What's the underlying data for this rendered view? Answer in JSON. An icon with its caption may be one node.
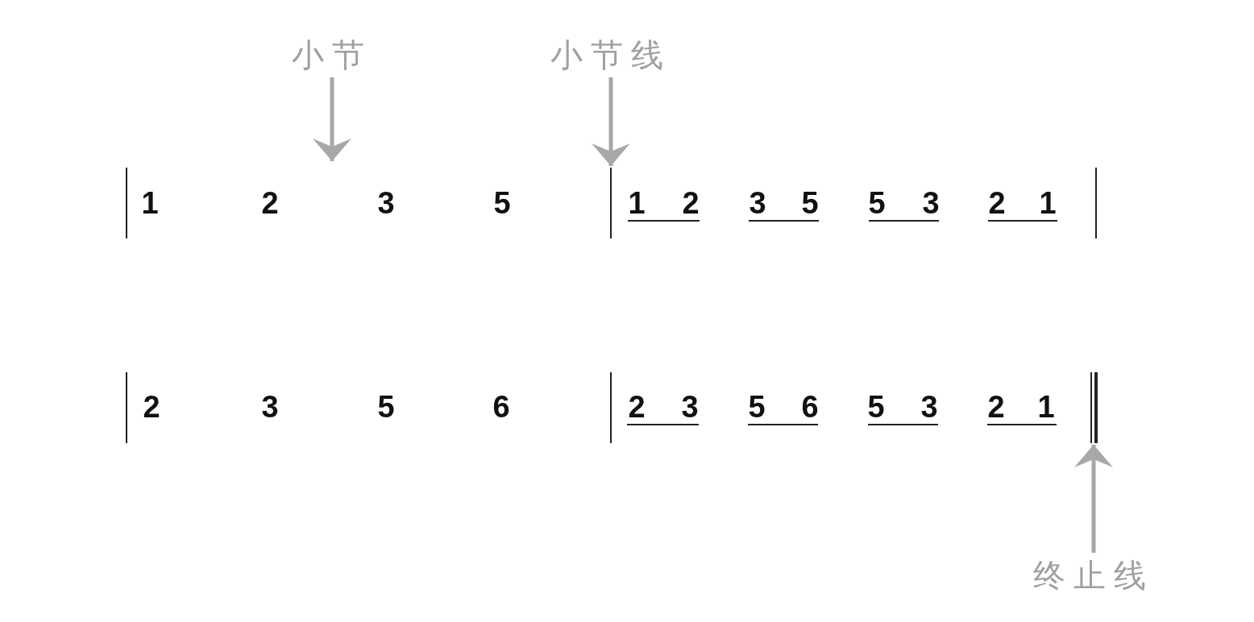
{
  "diagram": {
    "nodes": [
      {
        "text": [
          "小节"
        ]
      },
      {
        "text": [
          "小节线"
        ]
      },
      {
        "text": [
          "终止线"
        ]
      },
      {
        "text": [],
        "shape": "bar"
      },
      {
        "text": [],
        "shape": "bar"
      }
    ],
    "edges": [
      {
        "from": 0,
        "to": null,
        "arrow": "to"
      },
      {
        "from": 1,
        "to": 3,
        "arrow": "to"
      },
      {
        "from": 2,
        "to": 4,
        "arrow": "to"
      }
    ],
    "labels": [
      "1",
      "2",
      "3",
      "5",
      "1",
      "2",
      "3",
      "5",
      "5",
      "3",
      "2",
      "1",
      "2",
      "3",
      "5",
      "6",
      "2",
      "3",
      "5",
      "6",
      "5",
      "3",
      "2",
      "1"
    ]
  }
}
